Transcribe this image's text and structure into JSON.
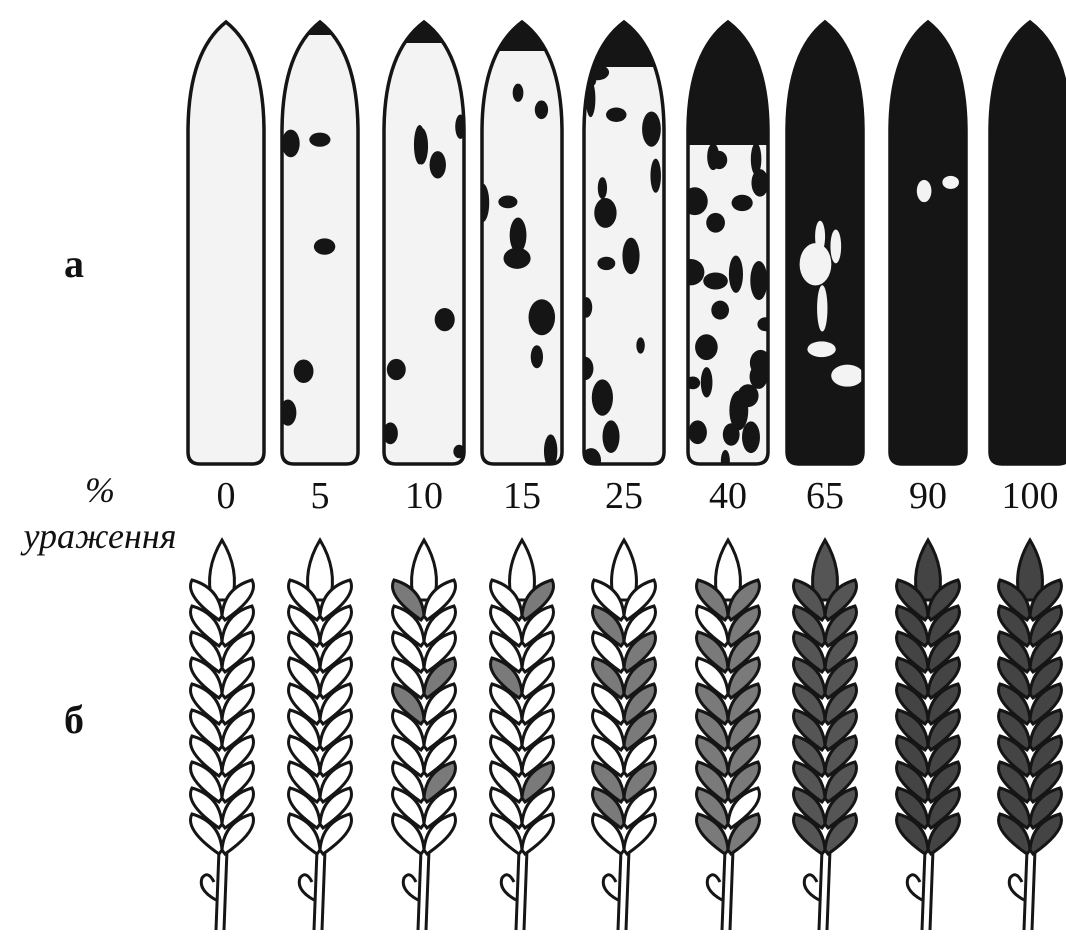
{
  "labels": {
    "row_a": "а",
    "row_b": "б"
  },
  "axis": {
    "line1": "%",
    "line2": "ураження"
  },
  "severity_levels": [
    "0",
    "5",
    "10",
    "15",
    "25",
    "40",
    "65",
    "90",
    "100"
  ],
  "severity_values": [
    0,
    5,
    10,
    15,
    25,
    40,
    65,
    90,
    100
  ],
  "colors": {
    "ink": "#151515",
    "paper": "#ffffff",
    "leaf_fill": "#f3f3f3"
  }
}
